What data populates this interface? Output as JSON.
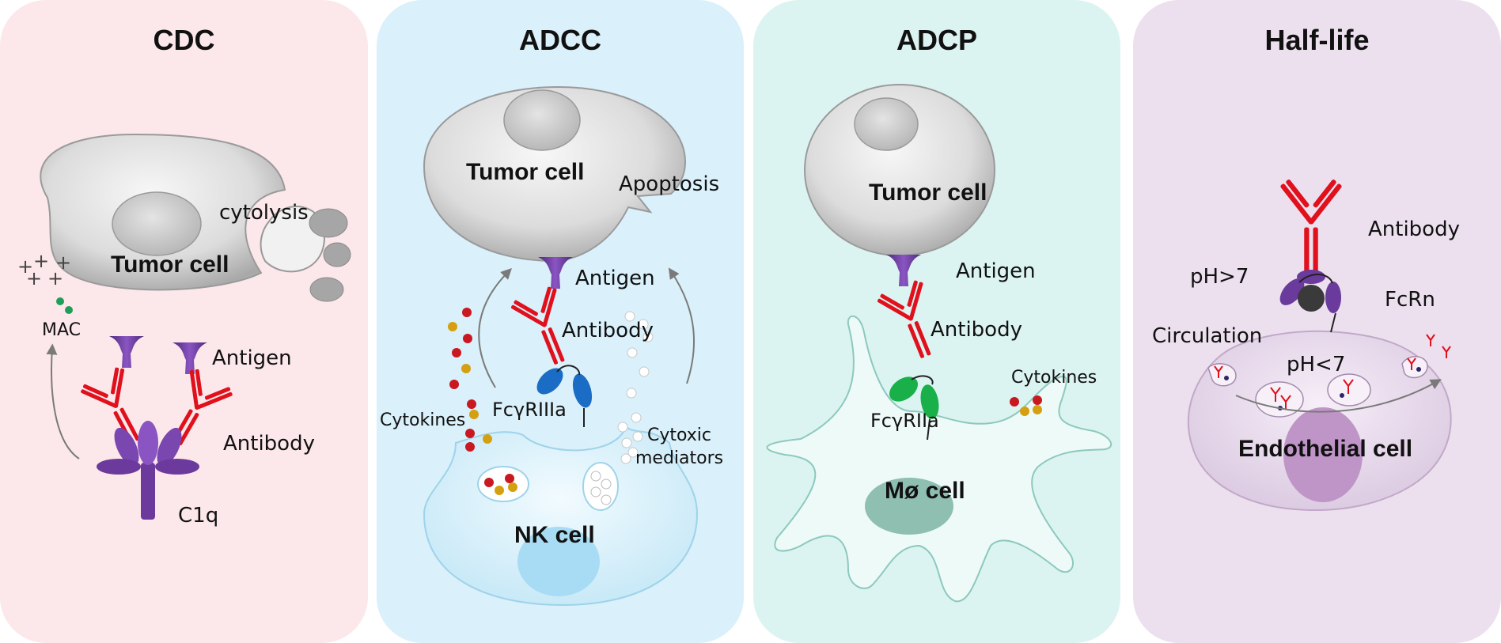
{
  "panels": {
    "cdc": {
      "title": "CDC",
      "tumor_cell": "Tumor cell",
      "cytolysis": "cytolysis",
      "mac": "MAC",
      "antigen": "Antigen",
      "antibody": "Antibody",
      "c1q": "C1q"
    },
    "adcc": {
      "title": "ADCC",
      "tumor_cell": "Tumor cell",
      "apoptosis": "Apoptosis",
      "antigen": "Antigen",
      "antibody": "Antibody",
      "receptor": "FcγRIIIa",
      "cytokines": "Cytokines",
      "cytotoxic_line1": "Cytoxic",
      "cytotoxic_line2": "mediators",
      "nk_cell": "NK cell"
    },
    "adcp": {
      "title": "ADCP",
      "tumor_cell": "Tumor cell",
      "antigen": "Antigen",
      "antibody": "Antibody",
      "receptor": "FcγRIIa",
      "cytokines": "Cytokines",
      "macrophage": "Mø cell"
    },
    "half_life": {
      "title": "Half-life",
      "antibody": "Antibody",
      "ph_high": "pH>7",
      "fcrn": "FcRn",
      "circulation": "Circulation",
      "ph_low": "pH<7",
      "endothelial": "Endothelial cell"
    }
  },
  "colors": {
    "cdc_bg": "#fce8ea",
    "adcc_bg": "#daf0fa",
    "adcp_bg": "#dcf4f1",
    "half_life_bg": "#ece0ee",
    "antibody_red": "#e0101c",
    "antigen_purple": "#6a3a9c",
    "fcr_blue": "#1a6cc4",
    "fcr_green": "#19b04a"
  },
  "icons": [
    "antibody-icon",
    "antigen-icon",
    "c1q-icon",
    "fc-receptor-icon",
    "cytokine-granule-icon",
    "arrow-icon"
  ]
}
